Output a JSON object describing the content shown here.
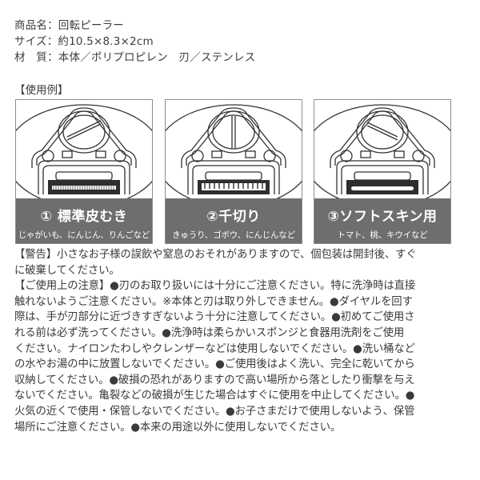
{
  "spec": {
    "product_name": "商品名：回転ピーラー",
    "size": "サイズ：約10.5×8.3×2cm",
    "material": "材　質：本体／ポリプロピレン　刃／ステンレス"
  },
  "usage": {
    "label": "【使用例】",
    "panels": [
      {
        "title": "① 標準皮むき",
        "subtitle": "じゃがいも、にんじん、りんごなど",
        "blade": "serrated-fine"
      },
      {
        "title": "②千切り",
        "subtitle": "きゅうり、ゴボウ、にんじんなど",
        "blade": "julienne"
      },
      {
        "title": "③ソフトスキン用",
        "subtitle": "トマト、桃、キウイなど",
        "blade": "soft-skin"
      }
    ]
  },
  "colors": {
    "band": "#6e6e6e",
    "border": "#8d8d8d",
    "text": "#3a3a3a"
  },
  "notes": {
    "lines": [
      "【警告】小さなお子様の誤飲や窒息のおそれがありますので、個包装は開封後、すぐ",
      "に破棄してください。",
      "【ご使用上の注意】●刃のお取り扱いには十分にご注意ください。特に洗浄時は直接",
      "触れないようご注意ください。※本体と刃は取り外しできません。●ダイヤルを回す",
      "際は、手が刃部分に近づきすぎないよう十分に注意してください。●初めてご使用さ",
      "れる前は必ず洗ってください。●洗浄時は柔らかいスポンジと食器用洗剤をご使用",
      "ください。ナイロンたわしやクレンザーなどは使用しないでください。●洗い桶など",
      "の水やお湯の中に放置しないでください。●ご使用後はよく洗い、完全に乾いてから",
      "収納してください。●破損の恐れがありますので高い場所から落としたり衝撃を与え",
      "ないでください。亀裂などの破損が生じた場合はすぐに使用を中止してください。●",
      "火気の近くで使用・保管しないでください。●お子さまだけで使用しないよう、保管",
      "場所にご注意ください。●本来の用途以外に使用しないでください。"
    ]
  }
}
